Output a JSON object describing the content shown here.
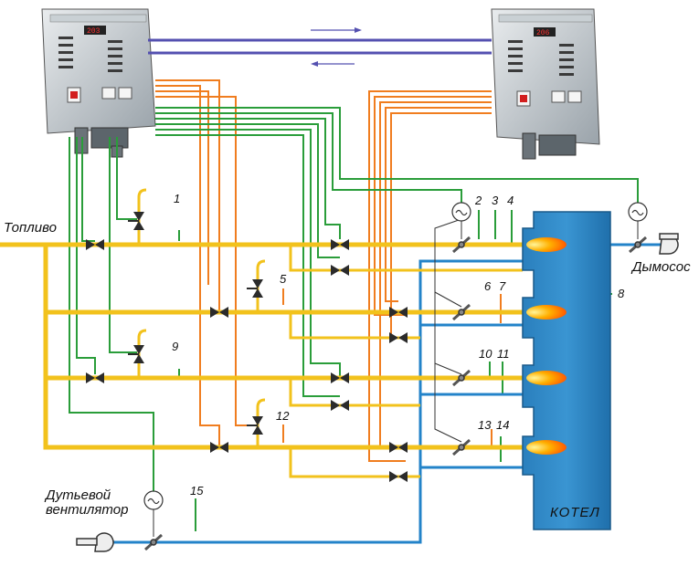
{
  "labels": {
    "fuel": "Топливо",
    "smoke_exhauster": "Дымосос",
    "blower_fan_line1": "Дутьевой",
    "blower_fan_line2": "вентилятор",
    "boiler": "КОТЕЛ"
  },
  "numbers": {
    "n1": "1",
    "n2": "2",
    "n3": "3",
    "n4": "4",
    "n5": "5",
    "n6": "6",
    "n7": "7",
    "n8": "8",
    "n9": "9",
    "n10": "10",
    "n11": "11",
    "n12": "12",
    "n13": "13",
    "n14": "14",
    "n15": "15"
  },
  "colors": {
    "fuel_line": "#f2c21c",
    "signal_green": "#2a9d3a",
    "signal_orange": "#f07d1f",
    "air_blue": "#2383c9",
    "interlink_purple": "#5450b0",
    "boiler_body": "#2f86c4",
    "flame": "#ff8a00"
  },
  "icons": [
    "controller-panel",
    "gate-valve",
    "butterfly-damper",
    "sensor-gauge",
    "fan",
    "burner-flame"
  ]
}
